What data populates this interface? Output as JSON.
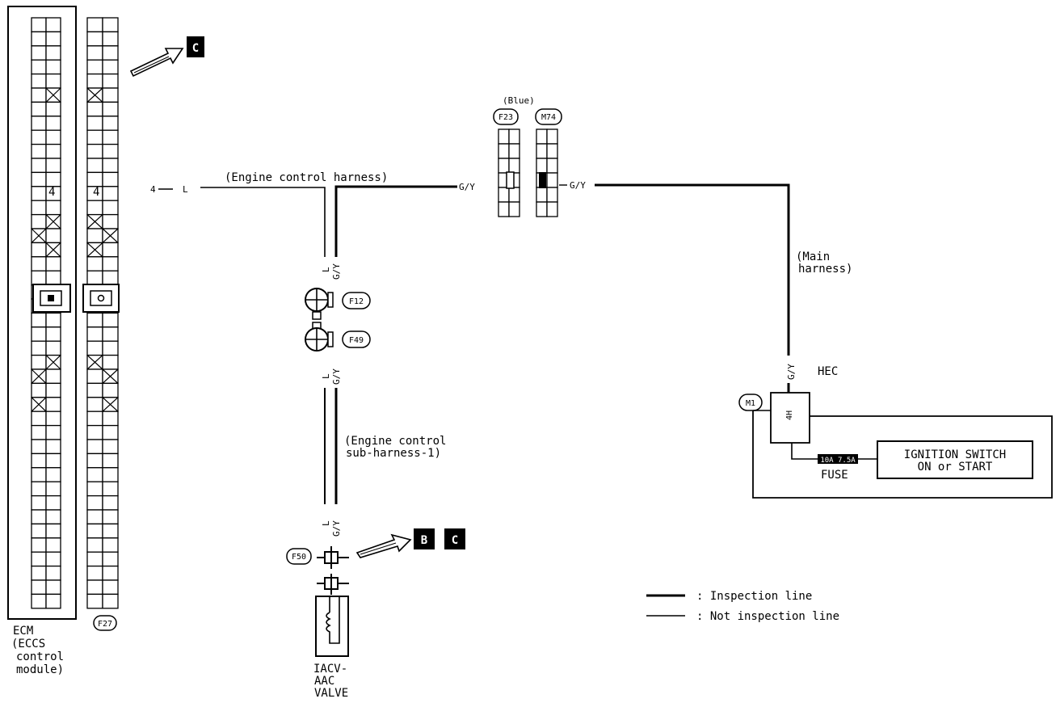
{
  "ecm": {
    "label_lines": [
      "ECM",
      "(ECCS",
      "control",
      "module)"
    ],
    "pin_left": "4",
    "pin_right": "4",
    "connector_id": "F27"
  },
  "ref_label": "C",
  "engine_harness": {
    "label": "(Engine control harness)",
    "left_wire": "L",
    "left_arrow": "4",
    "right_wire": "G/Y"
  },
  "blue_connector": {
    "label": "(Blue)",
    "left_id": "F23",
    "right_id": "M74",
    "out_wire": "G/Y"
  },
  "main_harness": {
    "label_lines": [
      "(Main",
      "harness)"
    ],
    "wire": "G/Y"
  },
  "sub_harness": {
    "label_lines": [
      "(Engine control",
      "sub-harness-1)"
    ],
    "wire_left": "L",
    "wire_right": "G/Y"
  },
  "connectors": {
    "f12": "F12",
    "f49": "F49",
    "f50": "F50",
    "m1": "M1"
  },
  "valve": {
    "label_lines": [
      "IACV-",
      "AAC",
      "VALVE"
    ],
    "ref_labels": [
      "B",
      "C"
    ]
  },
  "fuse_block": {
    "tag": "HEC",
    "pin": "4H",
    "fuse_label": "FUSE",
    "fuse_rating": "10A 7.5A",
    "switch_lines": [
      "IGNITION SWITCH",
      "ON or START"
    ]
  },
  "legend": {
    "inspection": ": Inspection line",
    "not_inspection": ": Not inspection line"
  }
}
